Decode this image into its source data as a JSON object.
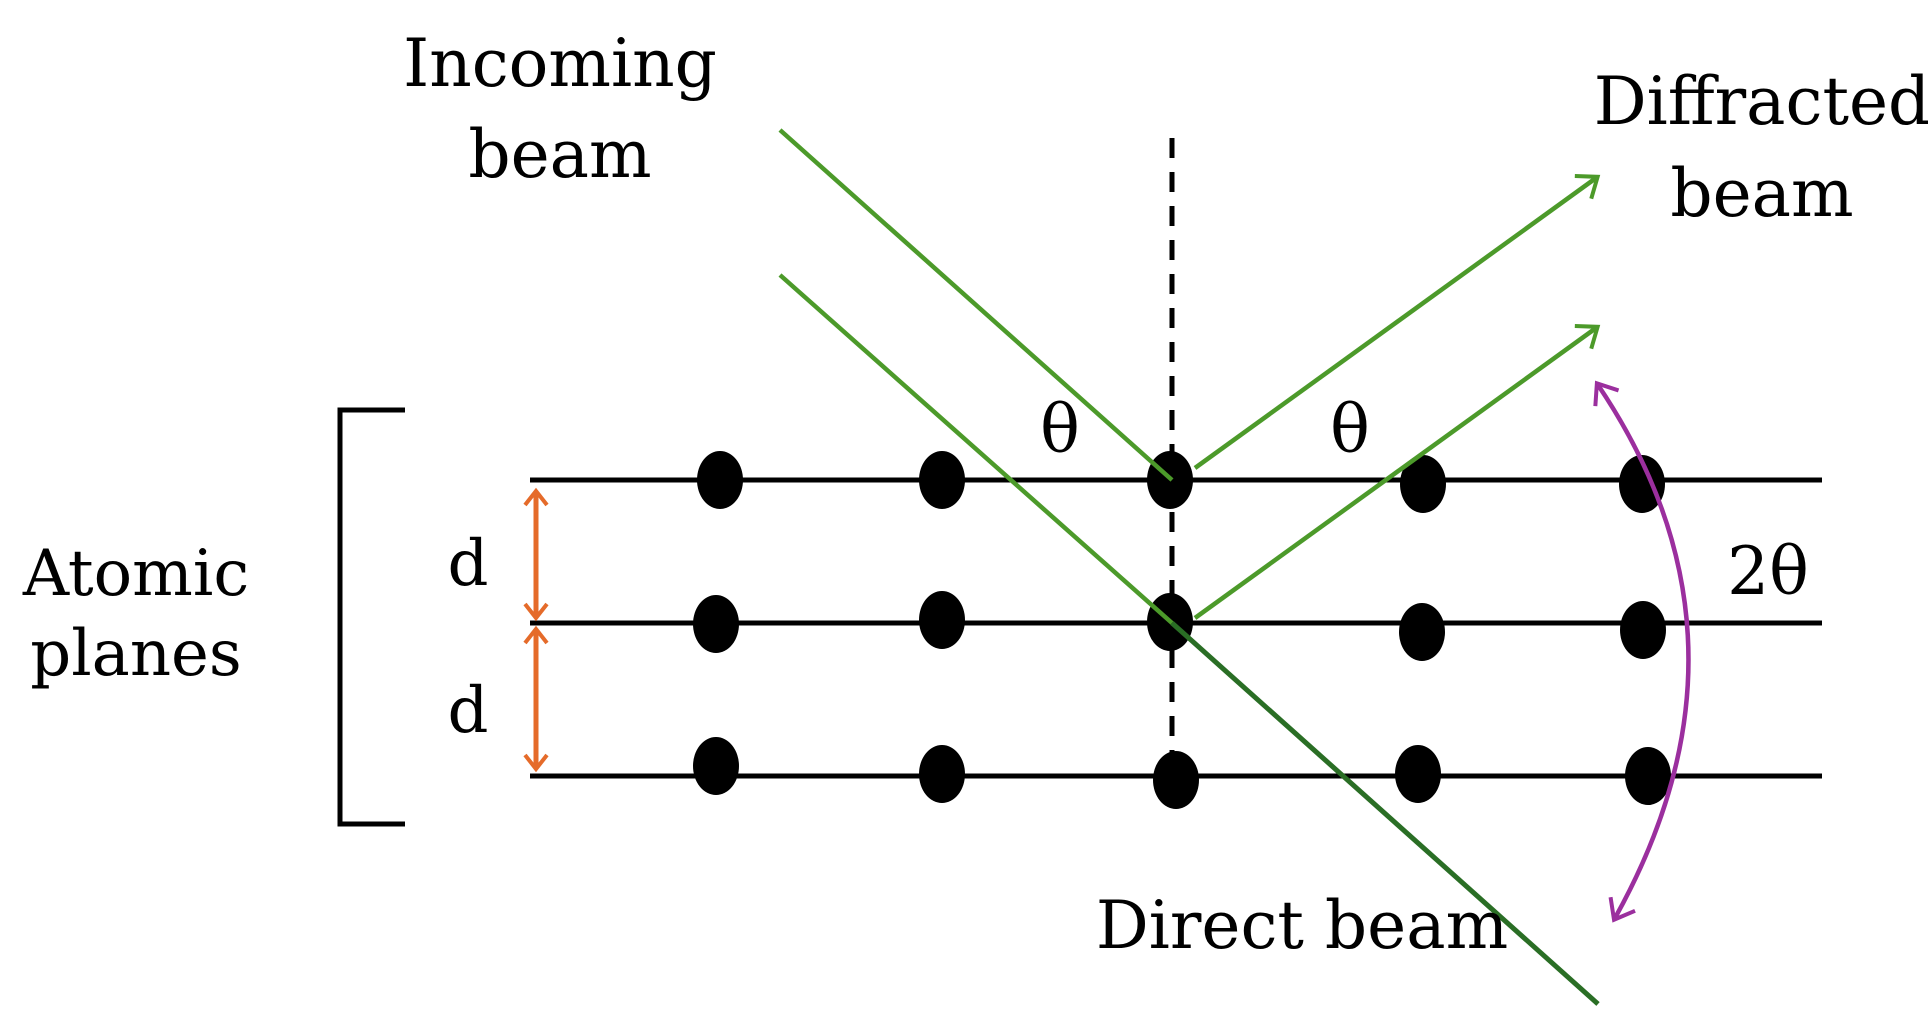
{
  "labels": {
    "incoming_line1": "Incoming",
    "incoming_line2": "beam",
    "diffracted_line1": "Diffracted",
    "diffracted_line2": "beam",
    "atomic_line1": "Atomic",
    "atomic_line2": "planes",
    "spacing_top": "d",
    "spacing_bottom": "d",
    "theta_incident": "θ",
    "theta_diffracted": "θ",
    "two_theta": "2θ",
    "direct_beam": "Direct beam"
  },
  "colors": {
    "beam": "#4c9a2a",
    "direct_beam": "#2a6e25",
    "spacing_arrow": "#e56b2a",
    "angle_arc": "#9b2f9e",
    "atom": "#000000",
    "plane": "#000000"
  },
  "atomic_lattice": {
    "planes": 3,
    "atoms_per_plane": 5
  }
}
